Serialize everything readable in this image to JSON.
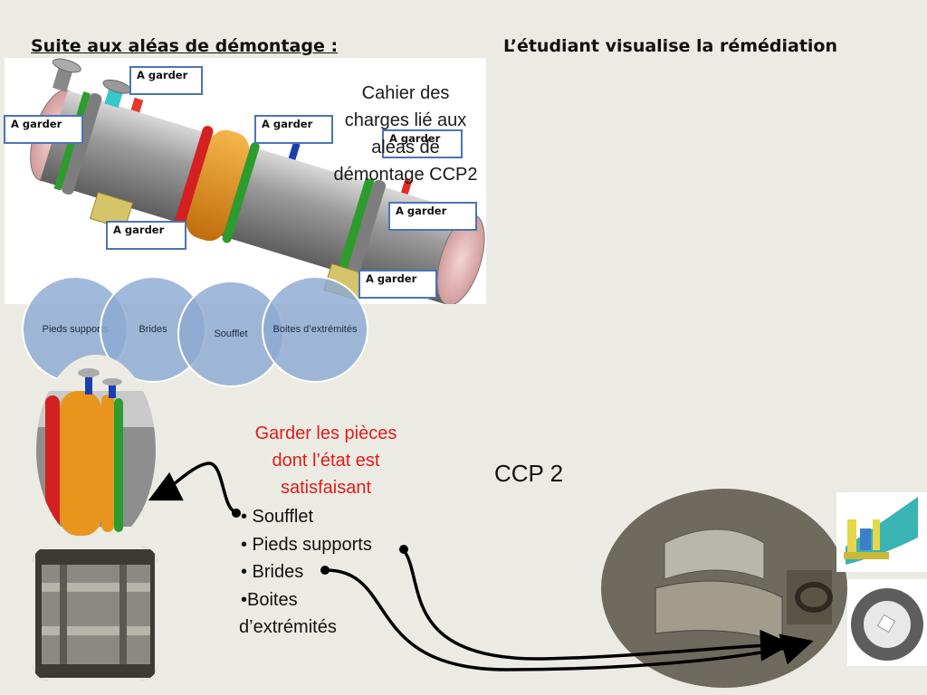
{
  "header": {
    "title_left": "Suite aux aléas de démontage   :",
    "title_right": "L’étudiant visualise la rémédiation"
  },
  "diagram_labels": {
    "top": "A garder",
    "left": "A garder",
    "middle": "A garder",
    "right_top": "A garder",
    "right_mid": "A garder",
    "bottom_left": "A garder",
    "bottom_right": "A garder"
  },
  "cahier_text": "Cahier des charges lié aux aléas de démontage CCP2",
  "circles": [
    "Pieds supports",
    "Brides",
    "Soufflet",
    "Boites d’extrémités"
  ],
  "remediation": {
    "heading": "Garder les pièces dont l’état est satisfaisant",
    "items": [
      "• Soufflet",
      "• Pieds supports",
      "• Brides",
      "•Boites",
      "d’extrémités"
    ]
  },
  "ccp_label": "CCP 2",
  "colors": {
    "accent_blue": "#4a74b7",
    "heading_red": "#e31b1b",
    "circle_fill": "#8caad2",
    "background": "#ecebe3"
  }
}
